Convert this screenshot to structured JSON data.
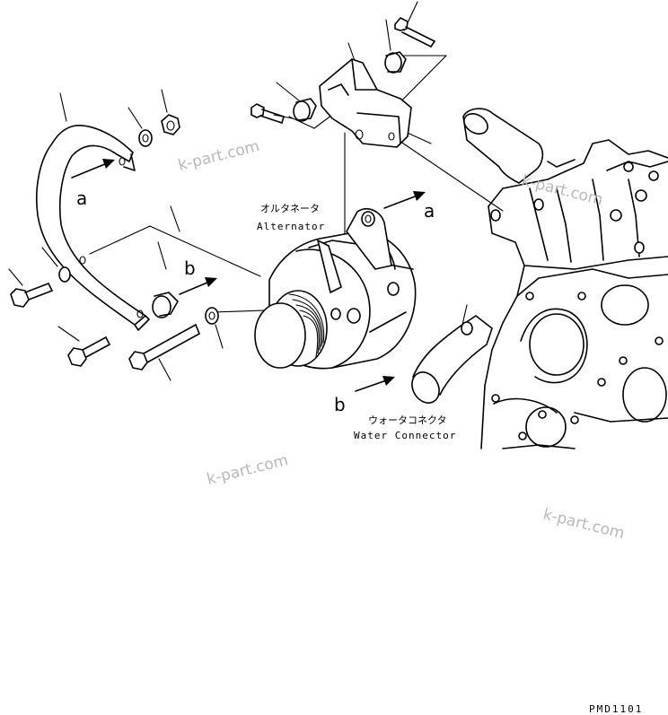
{
  "labels": {
    "alternator_jp": "オルタネータ",
    "alternator_en": "Alternator",
    "water_connector_jp": "ウォータコネクタ",
    "water_connector_en": "Water Connector"
  },
  "markers": {
    "a": "a",
    "b": "b"
  },
  "watermark": "k-part.com",
  "drawing_code": "PMD1101"
}
